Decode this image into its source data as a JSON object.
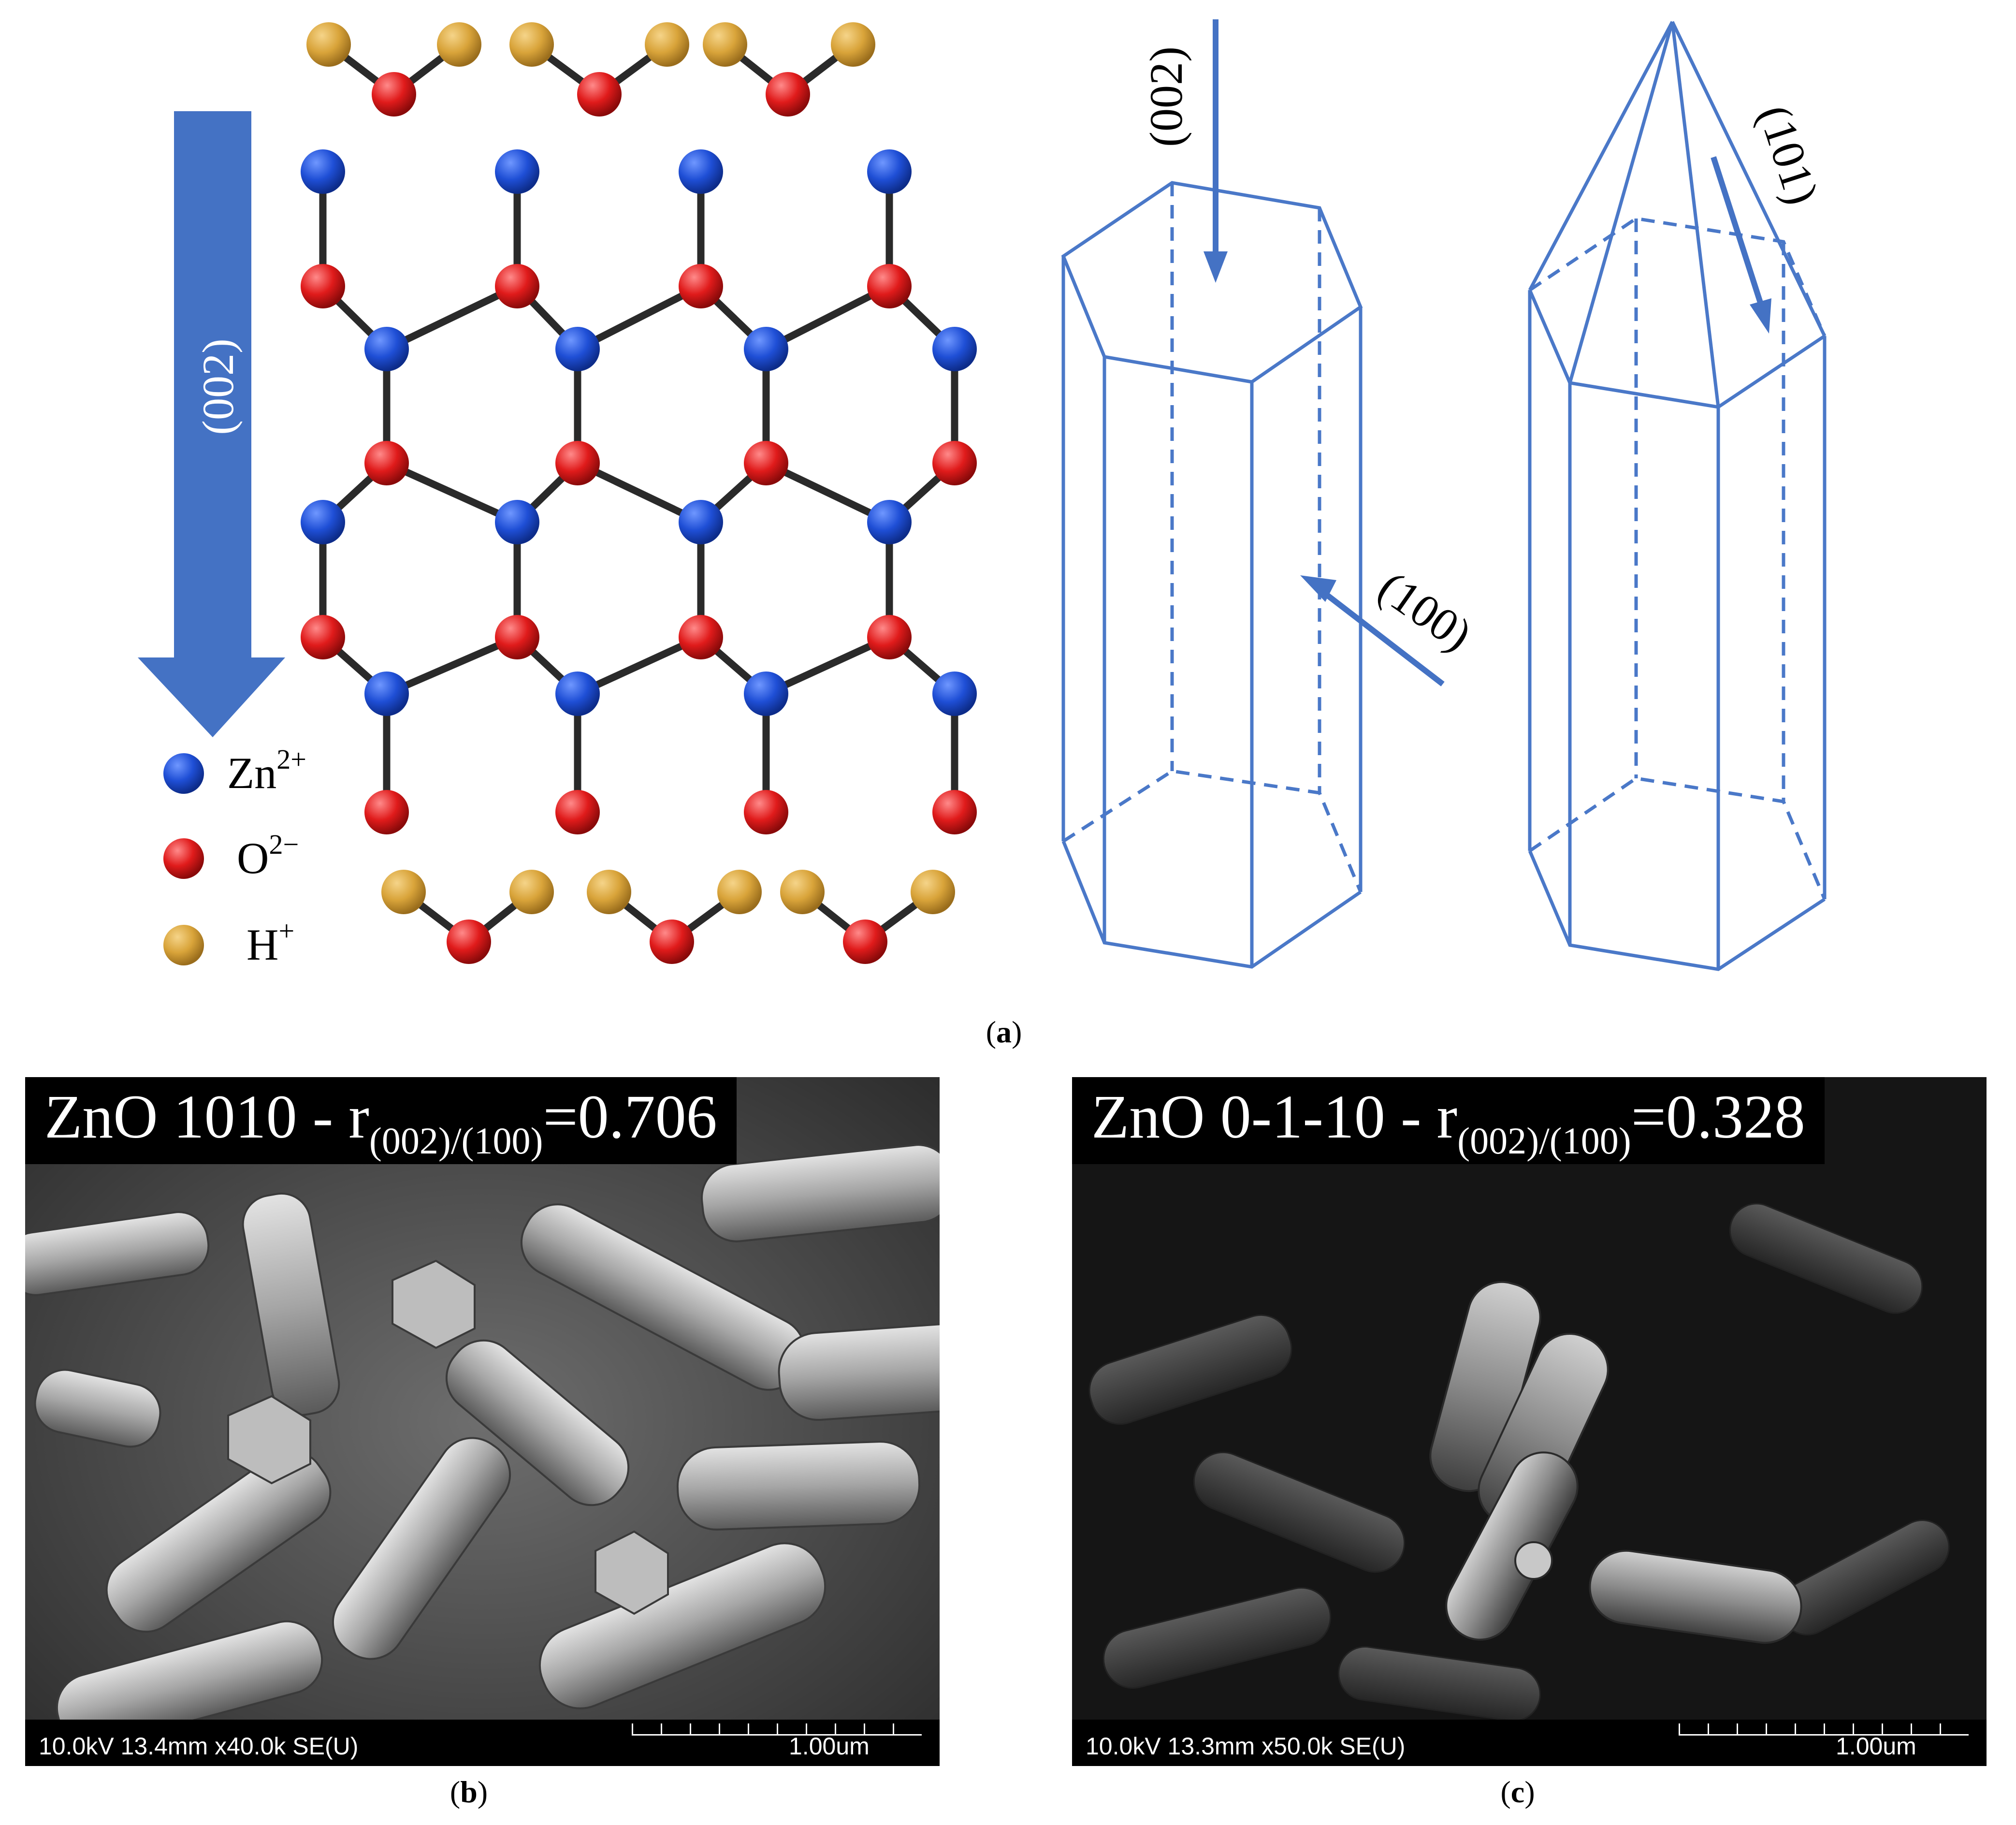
{
  "panel_a": {
    "direction_label_left": "(002)",
    "legend": [
      {
        "symbol": "Zn",
        "charge": "2+",
        "color": "#1f4fd6"
      },
      {
        "symbol": "O",
        "charge": "2−",
        "color": "#e01b1b"
      },
      {
        "symbol": "H",
        "charge": "+",
        "color": "#d9a43a"
      }
    ],
    "prism_labels": {
      "top": "(002)",
      "side": "(100)",
      "pyramid": "(101)"
    },
    "caption": "a",
    "colors": {
      "zn": "#1f4fd6",
      "o": "#e01b1b",
      "h": "#d9a43a",
      "bond": "#2a2a2a",
      "crystal": "#4a78c8",
      "arrow": "#4472c4"
    }
  },
  "panel_b": {
    "title_prefix": "ZnO 1010 - r",
    "title_sub": "(002)/(100)",
    "title_suffix": "=0.706",
    "info": "10.0kV 13.4mm x40.0k SE(U)",
    "scale": "1.00um",
    "caption": "b"
  },
  "panel_c": {
    "title_prefix": "ZnO 0-1-10 - r",
    "title_sub": "(002)/(100)",
    "title_suffix": "=0.328",
    "info": "10.0kV 13.3mm x50.0k SE(U)",
    "scale": "1.00um",
    "caption": "c"
  }
}
